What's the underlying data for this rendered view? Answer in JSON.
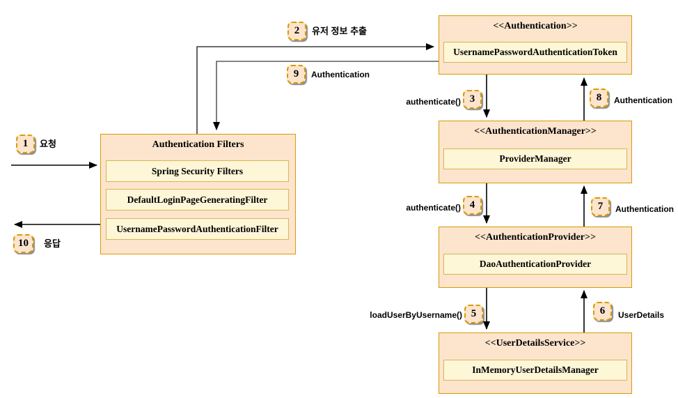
{
  "diagram": {
    "filters_box": {
      "title": "Authentication Filters",
      "items": [
        "Spring Security Filters",
        "DefaultLoginPageGeneratingFilter",
        "UsernamePasswordAuthenticationFilter"
      ]
    },
    "classes": [
      {
        "stereotype": "<<Authentication>>",
        "impl": "UsernamePasswordAuthenticationToken"
      },
      {
        "stereotype": "<<AuthenticationManager>>",
        "impl": "ProviderManager"
      },
      {
        "stereotype": "<<AuthenticationProvider>>",
        "impl": "DaoAuthenticationProvider"
      },
      {
        "stereotype": "<<UserDetailsService>>",
        "impl": "InMemoryUserDetailsManager"
      }
    ],
    "steps": [
      {
        "num": "1",
        "label": "요청"
      },
      {
        "num": "2",
        "label": "유저 정보 추출"
      },
      {
        "num": "3",
        "label": "authenticate()"
      },
      {
        "num": "4",
        "label": "authenticate()"
      },
      {
        "num": "5",
        "label": "loadUserByUsername()"
      },
      {
        "num": "6",
        "label": "UserDetails"
      },
      {
        "num": "7",
        "label": "Authentication"
      },
      {
        "num": "8",
        "label": "Authentication"
      },
      {
        "num": "9",
        "label": "Authentication"
      },
      {
        "num": "10",
        "label": "응답"
      }
    ],
    "colors": {
      "box_fill": "#fce4cd",
      "box_stroke": "#d79b00",
      "inner_fill": "#fdf6d7",
      "inner_stroke": "#d6b656",
      "arrow": "#000000",
      "return_arrow_gray": "#5c5c5c",
      "badge_fill": "#fce4cd",
      "badge_stroke": "#d79b00"
    }
  }
}
